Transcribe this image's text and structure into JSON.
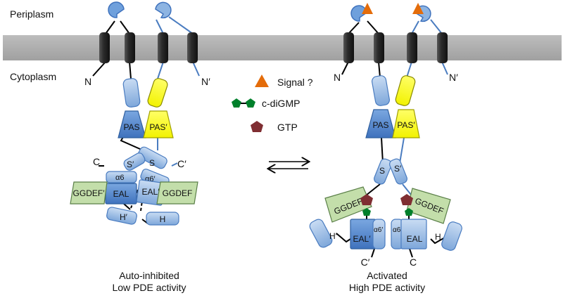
{
  "compartments": {
    "top": "Periplasm",
    "bottom": "Cytoplasm"
  },
  "legend": {
    "signal": "Signal ?",
    "cdigmp": "c-diGMP",
    "gtp": "GTP"
  },
  "termini": {
    "n": "N",
    "n_prime": "N′",
    "c": "C",
    "c_prime": "C′"
  },
  "domains": {
    "pas": "PAS",
    "pas_prime": "PAS′",
    "s": "S",
    "s_prime": "S′",
    "alpha6": "α6",
    "alpha6_prime": "α6′",
    "eal": "EAL",
    "eal_prime": "EAL′",
    "ggdef": "GGDEF",
    "ggdef_prime": "GGDEF′",
    "h": "H",
    "h_prime": "H′"
  },
  "states": {
    "left": {
      "line1": "Auto-inhibited",
      "line2": "Low PDE activity"
    },
    "right": {
      "line1": "Activated",
      "line2": "High PDE activity"
    }
  },
  "colors": {
    "membrane": "#a6a6a6",
    "helix": "#2a2a2a",
    "blue": "#8db4e2",
    "blue_dark": "#4a7cc0",
    "yellow": "#ffff00",
    "green": "#c3deaa",
    "signal": "#e46c0a",
    "cdigmp": "#00802b",
    "gtp": "#7f2e32"
  },
  "icons": [
    "signal-triangle-icon",
    "c-digmp-icon",
    "gtp-pentagon-icon",
    "equilibrium-arrows-icon"
  ]
}
